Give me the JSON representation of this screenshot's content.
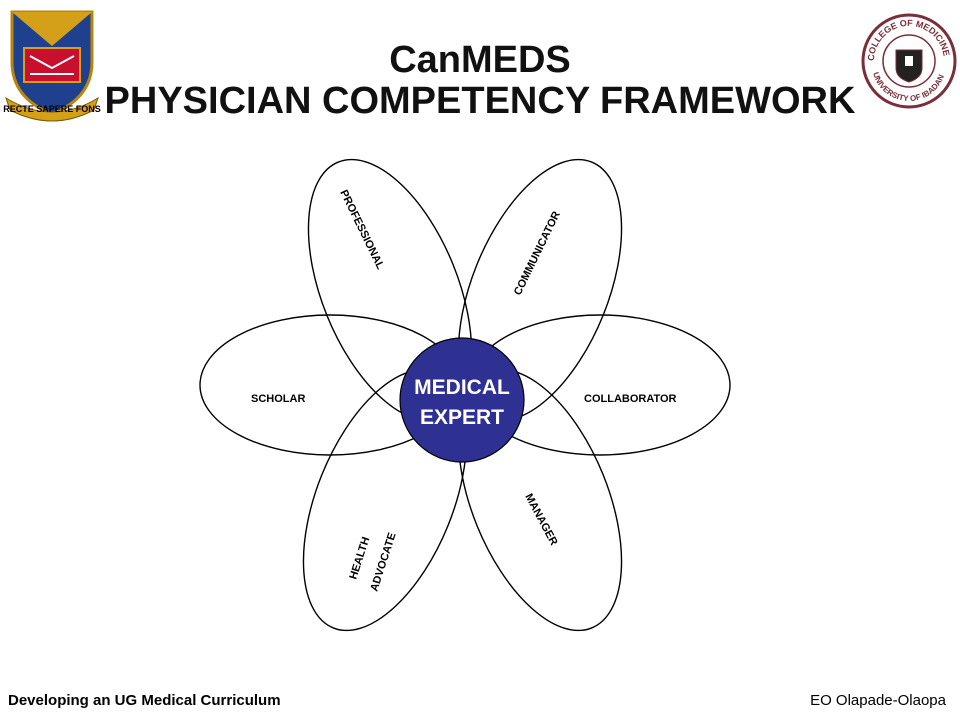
{
  "slide": {
    "title_line1": "CanMEDS",
    "title_line2": "PHYSICIAN COMPETENCY FRAMEWORK"
  },
  "diagram": {
    "center": {
      "line1": "MEDICAL",
      "line2": "EXPERT",
      "fill_color": "#2e3192"
    },
    "petals": {
      "professional": "PROFESSIONAL",
      "communicator": "COMMUNICATOR",
      "scholar": "SCHOLAR",
      "collaborator": "COLLABORATOR",
      "health_line1": "HEALTH",
      "health_line2": "ADVOCATE",
      "manager": "MANAGER"
    }
  },
  "logos": {
    "left": {
      "icon": "university-crest-icon",
      "motto": "RECTE SAPERE FONS",
      "colors": [
        "#d4a019",
        "#1f3f8f",
        "#c8102e"
      ]
    },
    "right": {
      "icon": "college-seal-icon",
      "text": "COLLEGE OF MEDICINE · UNIVERSITY OF IBADAN",
      "color": "#7a2e3a"
    }
  },
  "footer": {
    "left": "Developing an UG Medical Curriculum",
    "right": "EO Olapade-Olaopa"
  }
}
